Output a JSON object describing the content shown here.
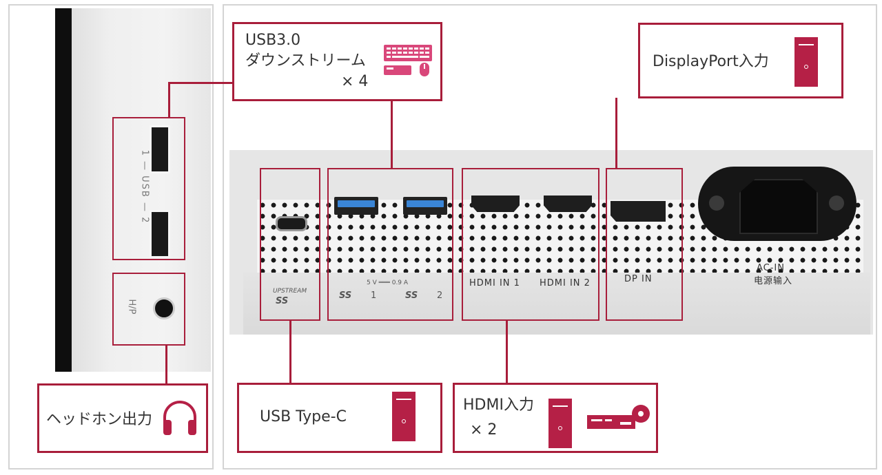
{
  "callouts": {
    "usb_downstream": {
      "line1": "USB3.0",
      "line2": "ダウンストリーム",
      "line3": "× 4"
    },
    "displayport": "DisplayPort入力",
    "headphone": "ヘッドホン出力",
    "usb_typec": "USB Type-C",
    "hdmi": {
      "line1": "HDMI入力",
      "line2": "× 2"
    }
  },
  "port_labels": {
    "hdmi1": "HDMI IN 1",
    "hdmi2": "HDMI IN 2",
    "dp": "DP IN",
    "ac_line1": "AC-IN",
    "ac_line2": "电源输入",
    "upstream": "UPSTREAM",
    "ss": "SS",
    "ss1": "1",
    "ss2": "2",
    "power_spec": "5 V ═══ 0.9 A"
  },
  "side_panel": {
    "usb_vertical": "1 — USB — 2",
    "hp_vertical": "H/P"
  },
  "colors": {
    "accent": "#a81d3a",
    "icon": "#b52046",
    "usb_blue": "#3a85d6"
  },
  "icons": [
    "keyboard-mouse-icon",
    "pc-tower-icon",
    "headphones-icon",
    "dvd-player-icon"
  ]
}
